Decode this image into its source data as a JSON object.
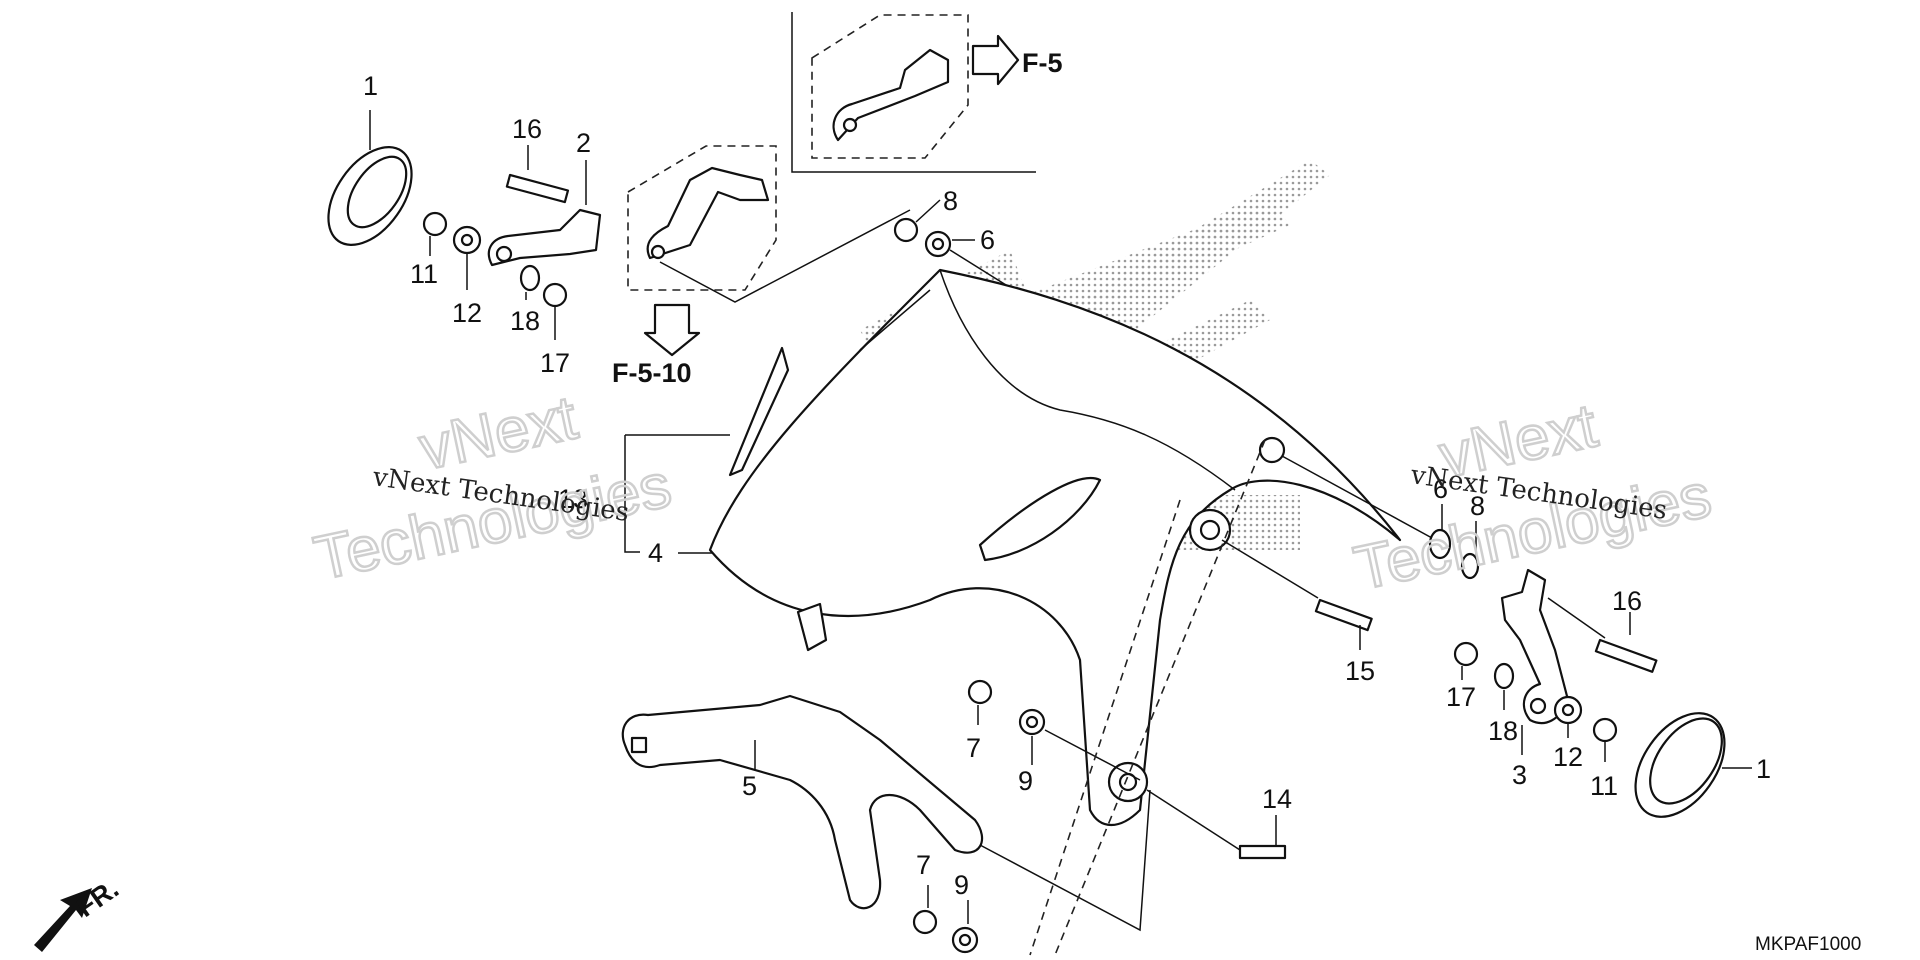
{
  "diagram": {
    "callouts": {
      "c1a": "1",
      "c16a": "16",
      "c2": "2",
      "c11a": "11",
      "c12a": "12",
      "c18a": "18",
      "c17a": "17",
      "c8a": "8",
      "c6a": "6",
      "c13": "13",
      "c4": "4",
      "c6b": "6",
      "c8b": "8",
      "c16b": "16",
      "c15": "15",
      "c17b": "17",
      "c18b": "18",
      "c3": "3",
      "c12b": "12",
      "c11b": "11",
      "c1b": "1",
      "c5": "5",
      "c7a": "7",
      "c9a": "9",
      "c14": "14",
      "c7b": "7",
      "c9b": "9"
    },
    "refs": {
      "f5": "F-5",
      "f510": "F-5-10"
    },
    "front_label": "FR.",
    "code": "MKPAF1000",
    "watermark_small": "vNext Technologies",
    "watermark_line1": "vNext",
    "watermark_line2": "Technologies"
  }
}
